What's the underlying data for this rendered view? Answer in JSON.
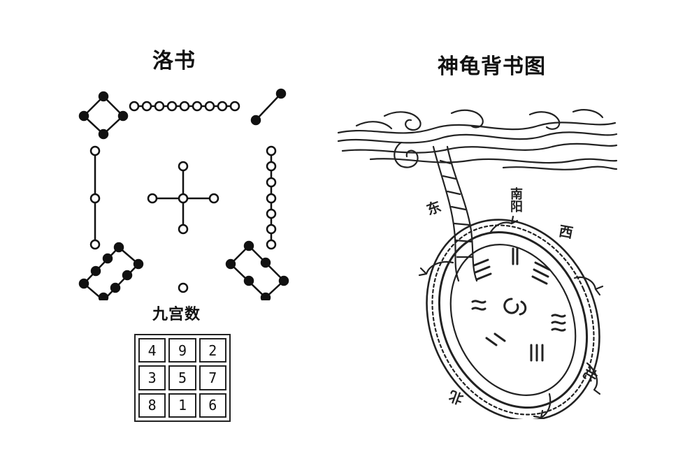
{
  "luoshu": {
    "title": "洛书",
    "dot_groups": [
      {
        "name": "top-left",
        "count": 4,
        "color": "black"
      },
      {
        "name": "top",
        "count": 9,
        "color": "white"
      },
      {
        "name": "top-right",
        "count": 2,
        "color": "black"
      },
      {
        "name": "left",
        "count": 3,
        "color": "white"
      },
      {
        "name": "center",
        "count": 5,
        "color": "white"
      },
      {
        "name": "right",
        "count": 7,
        "color": "white"
      },
      {
        "name": "bottom-left",
        "count": 8,
        "color": "black"
      },
      {
        "name": "bottom",
        "count": 1,
        "color": "white"
      },
      {
        "name": "bottom-right",
        "count": 6,
        "color": "black"
      }
    ]
  },
  "magic_square": {
    "title": "九宫数",
    "cells": [
      "4",
      "9",
      "2",
      "3",
      "5",
      "7",
      "8",
      "1",
      "6"
    ]
  },
  "turtle": {
    "title": "神龟背书图",
    "directions": {
      "south": "南阳",
      "east": "东",
      "west": "西",
      "north": "北",
      "north_right": "北"
    }
  }
}
